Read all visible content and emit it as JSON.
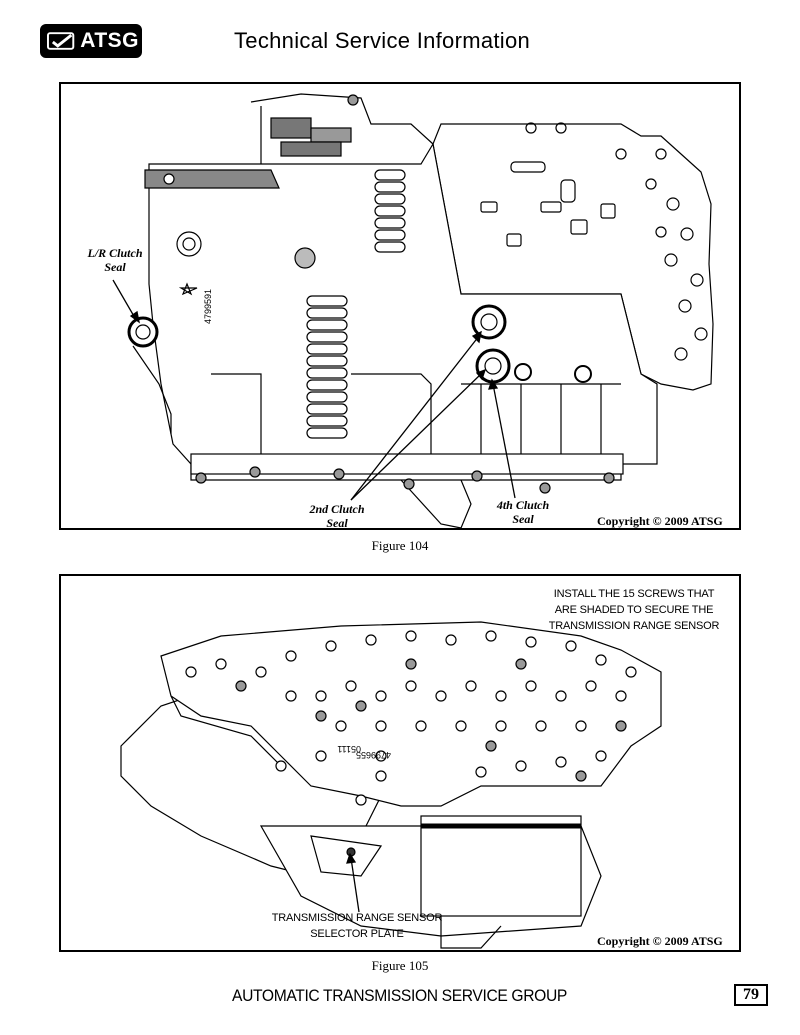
{
  "header": {
    "logo_text": "ATSG",
    "title": "Technical Service Information"
  },
  "figure104": {
    "callouts": {
      "lr_clutch_line1": "L/R Clutch",
      "lr_clutch_line2": "Seal",
      "second_clutch_line1": "2nd Clutch",
      "second_clutch_line2": "Seal",
      "fourth_clutch_line1": "4th Clutch",
      "fourth_clutch_line2": "Seal"
    },
    "part_number": "4799591",
    "copyright": "Copyright © 2009 ATSG",
    "caption": "Figure 104"
  },
  "figure105": {
    "instruction_line1": "INSTALL THE 15 SCREWS THAT",
    "instruction_line2": "ARE SHADED TO SECURE THE",
    "instruction_line3": "TRANSMISSION RANGE SENSOR",
    "sensor_line1": "TRANSMISSION RANGE SENSOR",
    "sensor_line2": "SELECTOR PLATE",
    "part_number": "4799655",
    "part_code": "05111",
    "copyright": "Copyright © 2009 ATSG",
    "caption": "Figure 105"
  },
  "footer": {
    "organization": "AUTOMATIC TRANSMISSION SERVICE GROUP",
    "page_number": "79"
  }
}
